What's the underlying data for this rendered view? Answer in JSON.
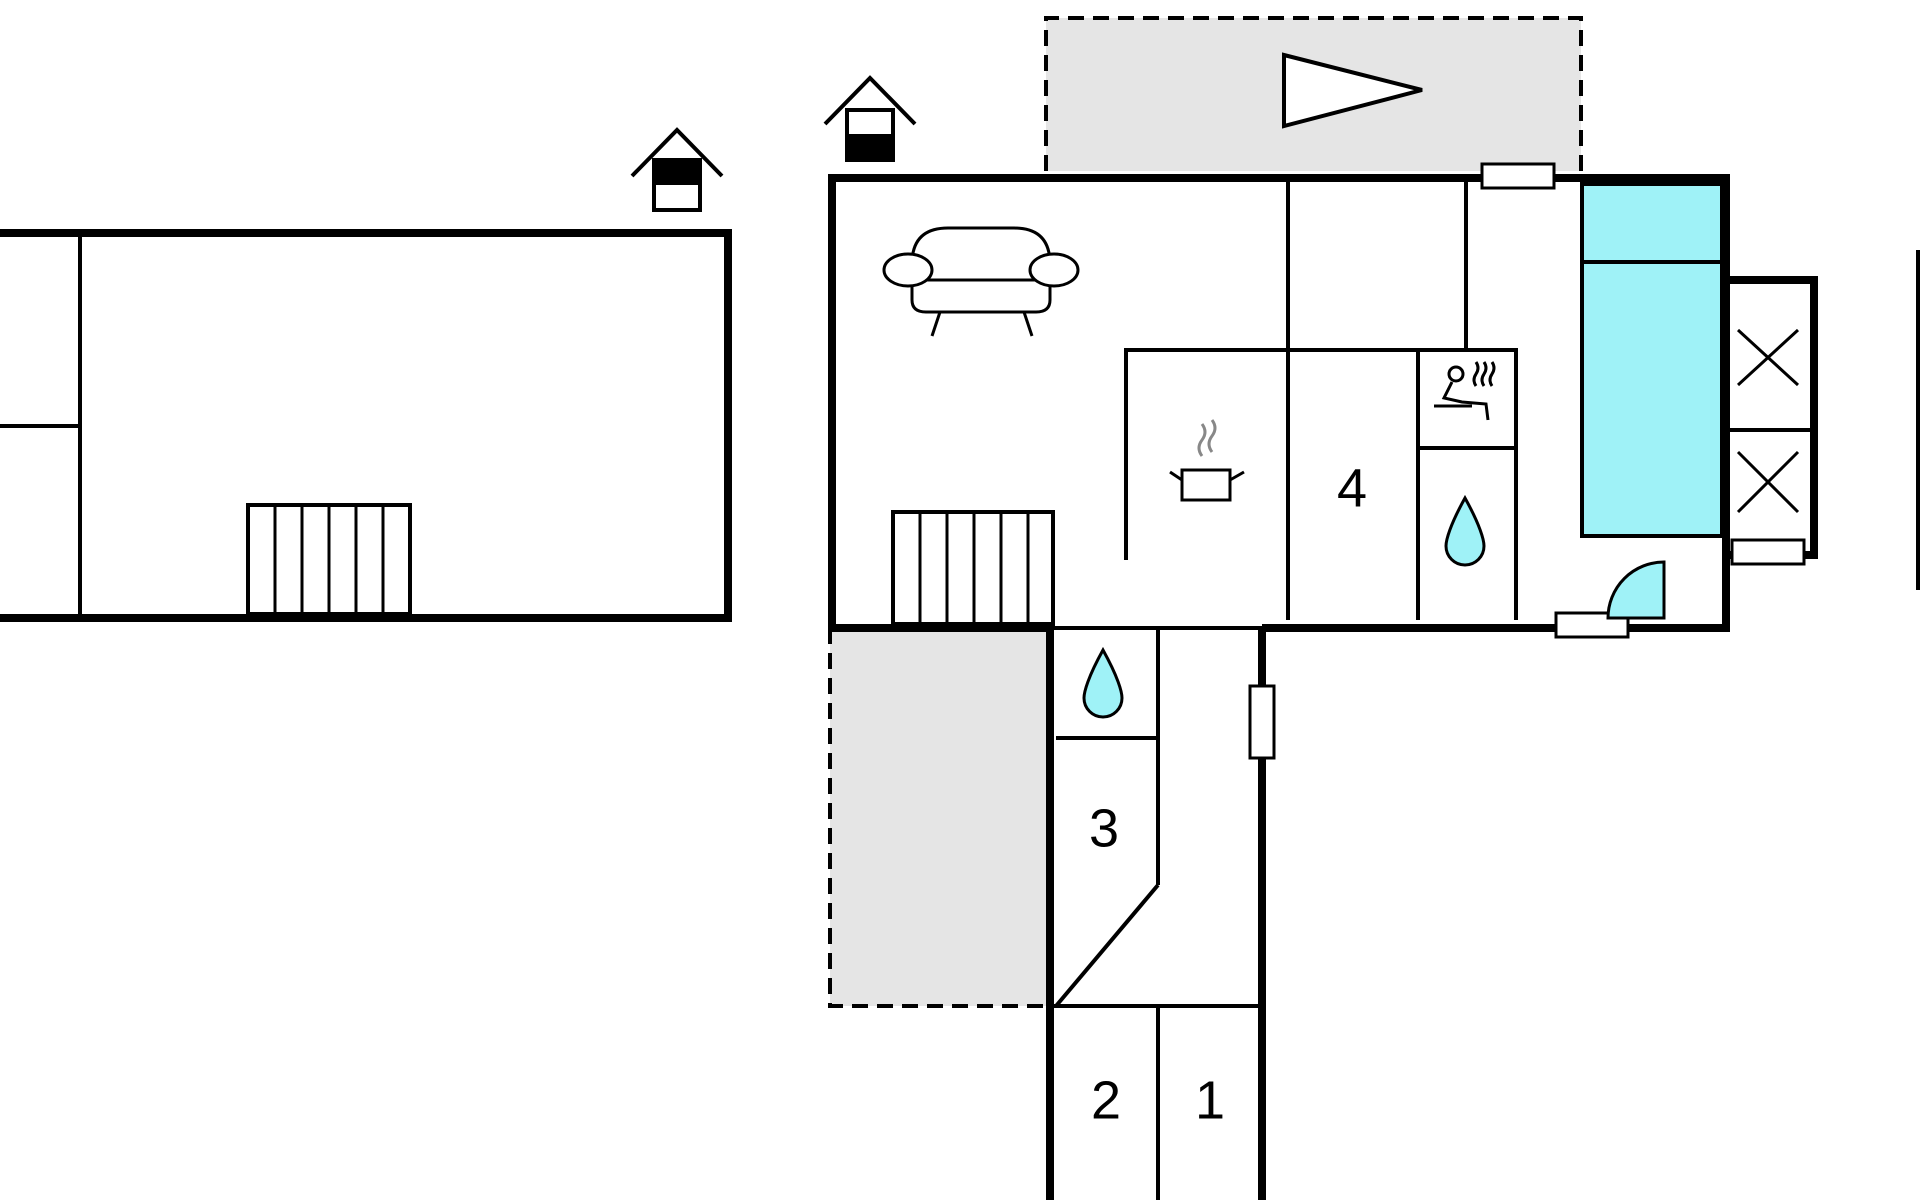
{
  "floorplan": {
    "room_labels": {
      "room_1": "1",
      "room_2": "2",
      "room_3": "3",
      "room_4": "4"
    },
    "icons": [
      "house-icon",
      "sofa-icon",
      "kitchen-pot-icon",
      "sauna-icon",
      "water-drop-icon",
      "pool-icon",
      "direction-arrow-icon",
      "bed-cross-icon"
    ],
    "colors": {
      "walls": "#000000",
      "pool": "#9ff2f7",
      "outdoor_area": "#e5e5e5",
      "water_drop": "#9ff2f7"
    }
  }
}
